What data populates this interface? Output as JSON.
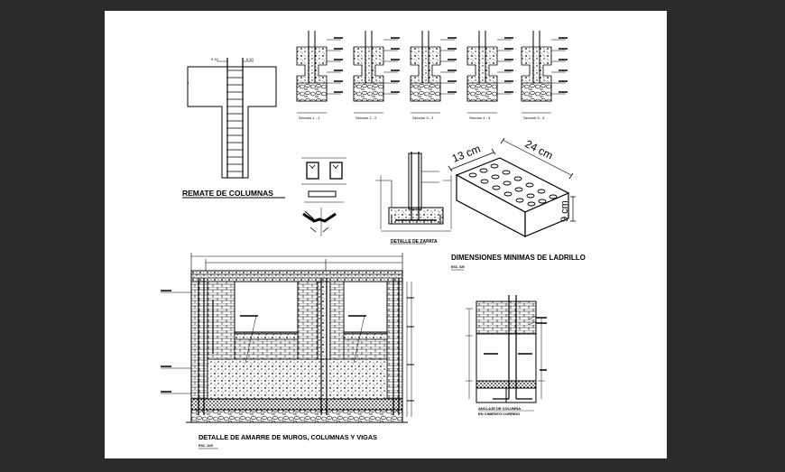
{
  "labels": {
    "remate": "REMATE DE COLUMNAS",
    "zapata": "DETALLE DE ZAPATA",
    "ladrillo_title": "DIMENSIONES MINIMAS DE LADRILLO",
    "ladrillo_sub": "ESC. S/E",
    "amarre_title": "DETALLE DE AMARRE DE MUROS, COLUMNAS Y VIGAS",
    "amarre_sub": "ESC. 1/20",
    "anclaje_1": "ANCLAJE DE COLUMNA",
    "anclaje_2": "EN CIMIENTO CORRIDO"
  },
  "dimensions": {
    "brick_length": "24 cm",
    "brick_width": "13 cm",
    "brick_height": "9 cm"
  },
  "footings": [
    "Sección 1 - 1",
    "Sección 2 - 2",
    "Sección 3 - 3",
    "Sección 4 - 4",
    "Sección 5 - 5"
  ],
  "remate_dims": [
    "0.10",
    "0.10"
  ],
  "colors": {
    "background": "#2b2b2b",
    "sheet": "#ffffff",
    "ink": "#000000"
  }
}
